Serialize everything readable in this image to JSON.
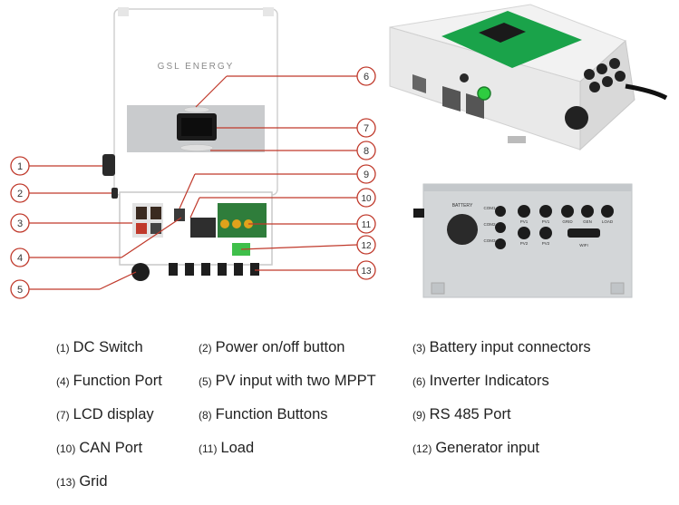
{
  "brand": "GSL ENERGY",
  "callouts": [
    "1",
    "2",
    "3",
    "4",
    "5",
    "6",
    "7",
    "8",
    "9",
    "10",
    "11",
    "12",
    "13"
  ],
  "bottom_panel": {
    "battery_label": "BATTERY",
    "ports": [
      "COM1",
      "COM2",
      "COM3",
      "PV1",
      "PV1",
      "GRID",
      "GEN",
      "LOAD",
      "PV2",
      "PV2",
      "WIFI"
    ]
  },
  "legend": [
    {
      "num": "(1)",
      "text": "DC Switch"
    },
    {
      "num": "(2)",
      "text": "Power on/off button"
    },
    {
      "num": "(3)",
      "text": "Battery input connectors"
    },
    {
      "num": "(4)",
      "text": "Function Port"
    },
    {
      "num": "(5)",
      "text": "PV input with two MPPT"
    },
    {
      "num": "(6)",
      "text": "Inverter Indicators"
    },
    {
      "num": "(7)",
      "text": "LCD display"
    },
    {
      "num": "(8)",
      "text": "Function Buttons"
    },
    {
      "num": "(9)",
      "text": "RS 485 Port"
    },
    {
      "num": "(10)",
      "text": "CAN Port"
    },
    {
      "num": "(11)",
      "text": "Load"
    },
    {
      "num": "(12)",
      "text": "Generator input"
    },
    {
      "num": "(13)",
      "text": "Grid"
    }
  ],
  "colors": {
    "callout_red": "#c0392b",
    "display_green": "#1aa34a",
    "panel_grey": "#cfd3d6"
  }
}
